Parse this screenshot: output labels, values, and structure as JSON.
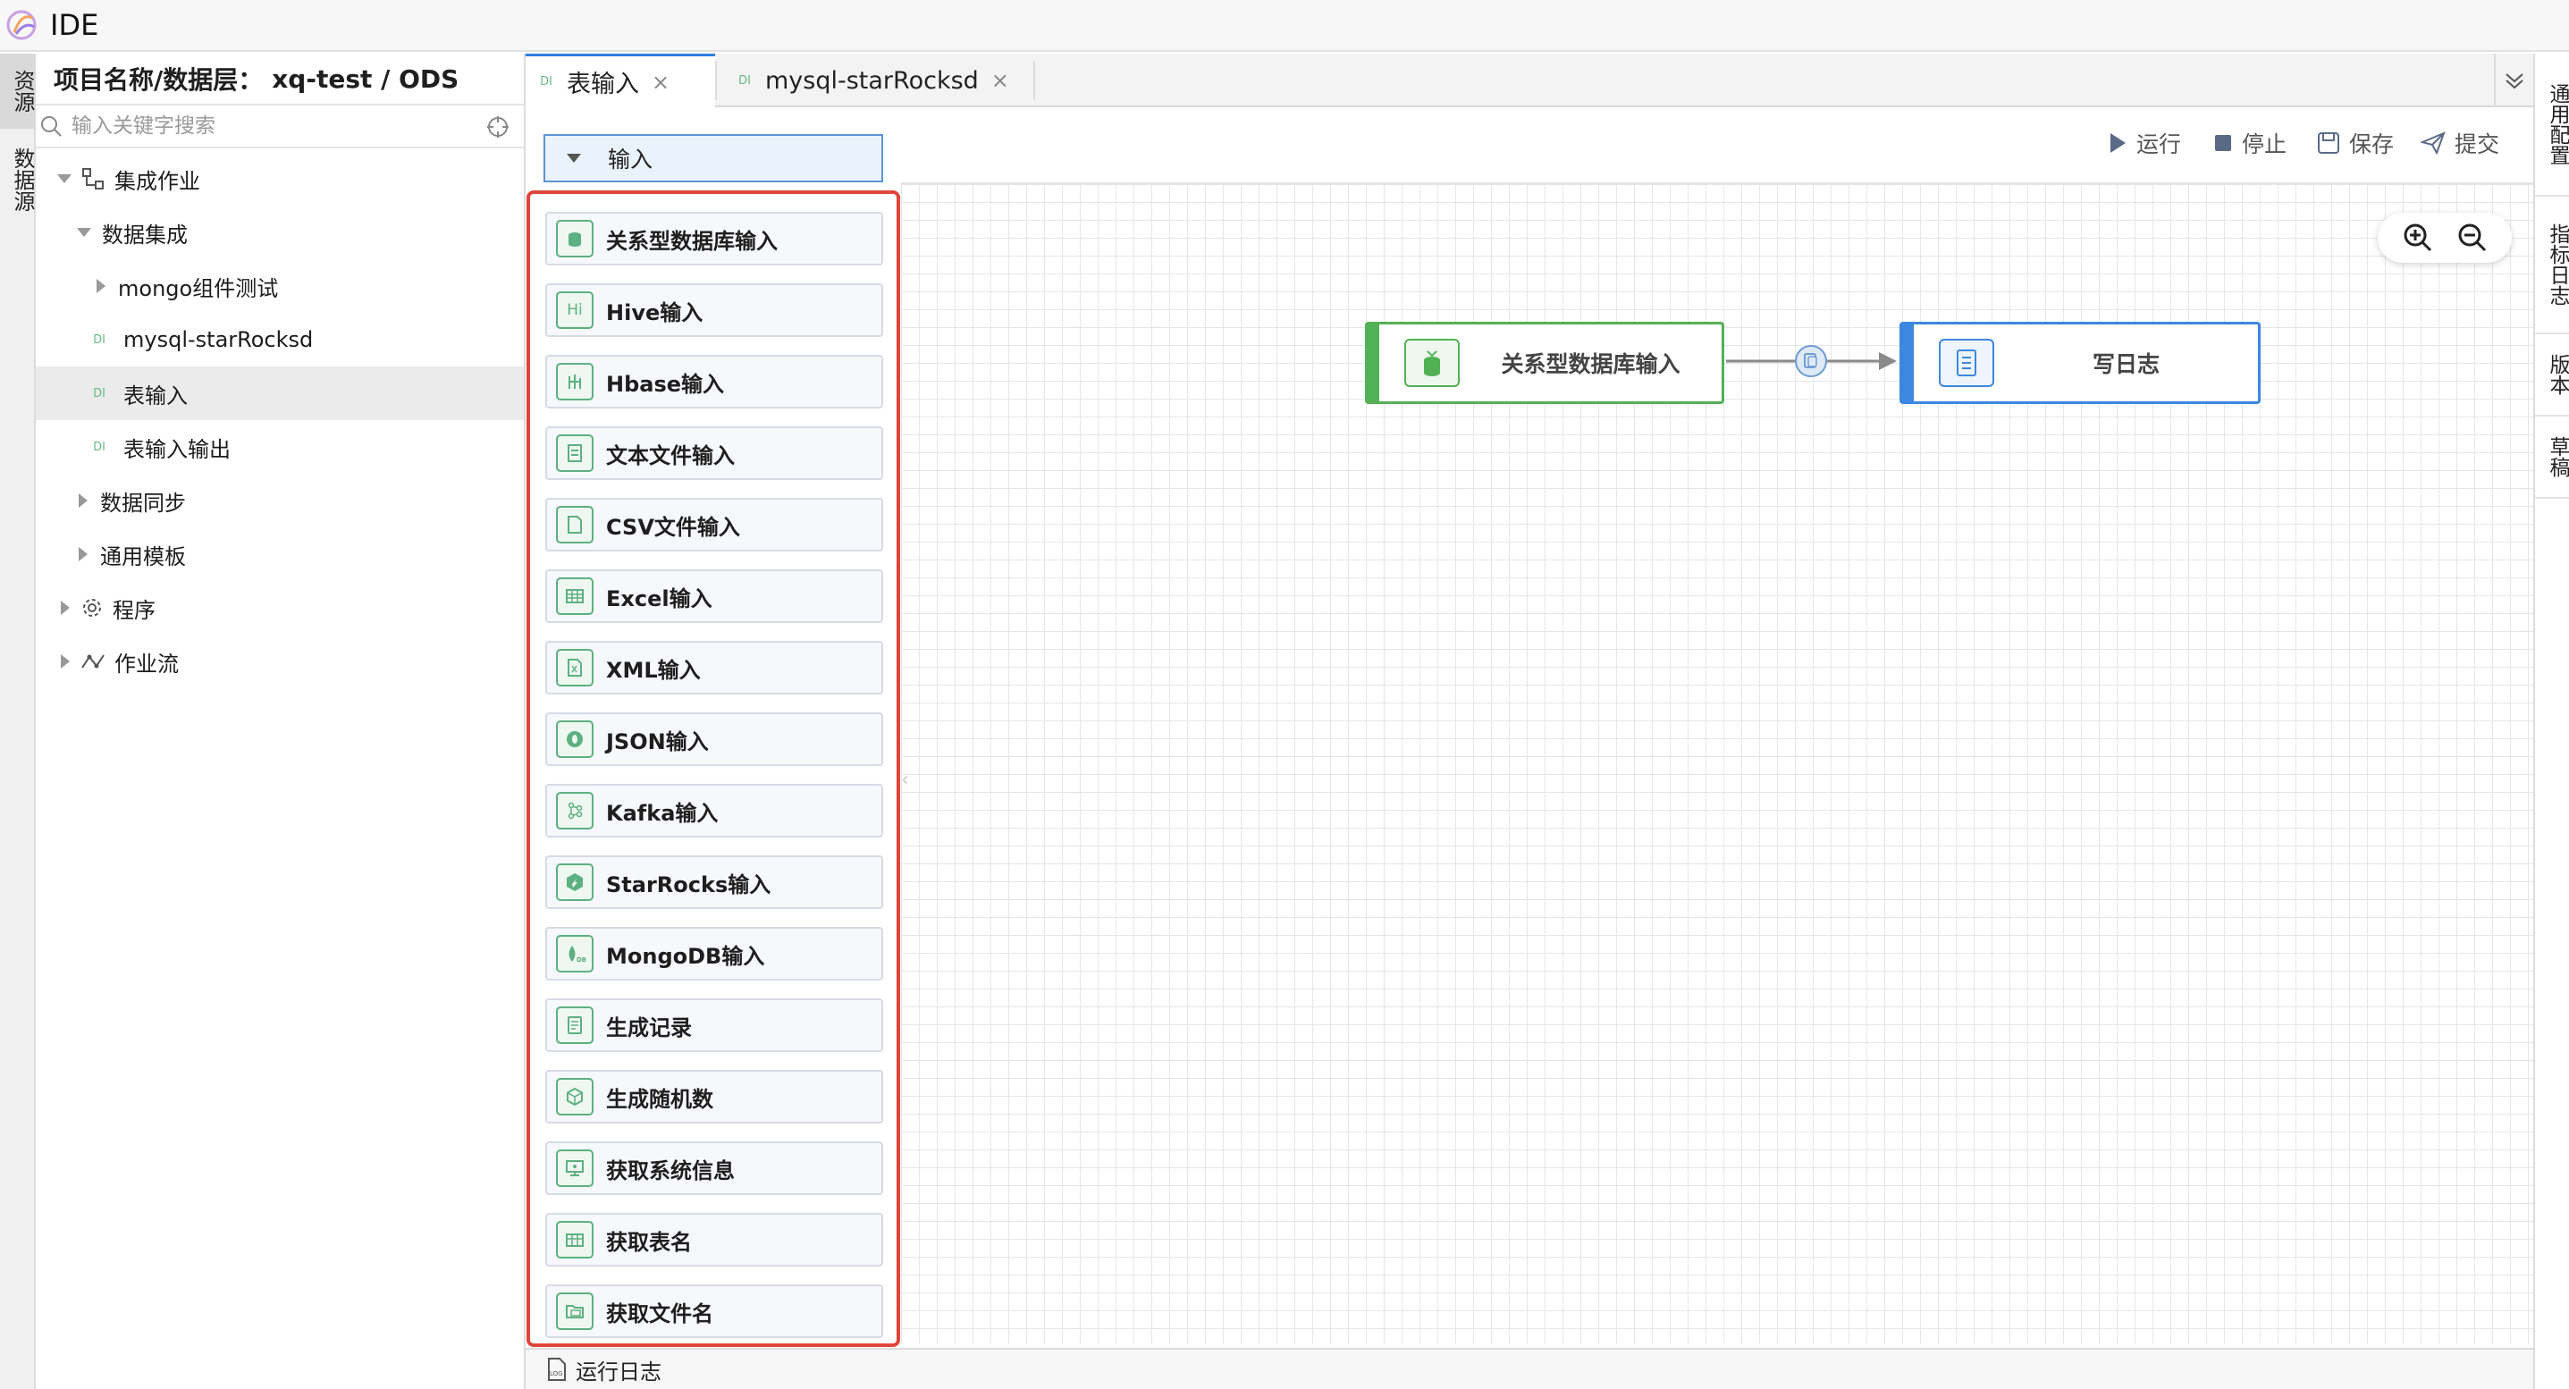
{
  "app": {
    "title": "IDE"
  },
  "left_vtabs": [
    "资源",
    "数据源"
  ],
  "project": {
    "label": "项目名称/数据层：",
    "value": "xq-test / ODS"
  },
  "search": {
    "placeholder": "输入关键字搜索"
  },
  "tree": [
    {
      "label": "集成作业",
      "expanded": true
    },
    {
      "label": "数据集成",
      "expanded": true
    },
    {
      "label": "mongo组件测试",
      "expanded": false
    },
    {
      "label": "mysql-starRocksd",
      "badge": "DI"
    },
    {
      "label": "表输入",
      "badge": "DI",
      "selected": true
    },
    {
      "label": "表输入输出",
      "badge": "DI"
    },
    {
      "label": "数据同步",
      "expanded": false
    },
    {
      "label": "通用模板",
      "expanded": false
    },
    {
      "label": "程序",
      "expanded": false
    },
    {
      "label": "作业流",
      "expanded": false
    }
  ],
  "tabs": [
    {
      "badge": "DI",
      "label": "表输入",
      "close": "×",
      "active": true
    },
    {
      "badge": "DI",
      "label": "mysql-starRocksd",
      "close": "×",
      "active": false
    }
  ],
  "right_vtabs": [
    "通用配置",
    "指标日志",
    "版本",
    "草稿"
  ],
  "toolbar": {
    "run": "运行",
    "stop": "停止",
    "save": "保存",
    "submit": "提交"
  },
  "palette": {
    "category": "输入",
    "items": [
      {
        "label": "关系型数据库输入",
        "icon": "database-icon"
      },
      {
        "label": "Hive输入",
        "icon": "hive-icon",
        "glyph": "Hi"
      },
      {
        "label": "Hbase输入",
        "icon": "hbase-icon"
      },
      {
        "label": "文本文件输入",
        "icon": "text-file-icon"
      },
      {
        "label": "CSV文件输入",
        "icon": "csv-file-icon"
      },
      {
        "label": "Excel输入",
        "icon": "excel-icon"
      },
      {
        "label": "XML输入",
        "icon": "xml-icon"
      },
      {
        "label": "JSON输入",
        "icon": "json-icon"
      },
      {
        "label": "Kafka输入",
        "icon": "kafka-icon"
      },
      {
        "label": "StarRocks输入",
        "icon": "starrocks-icon"
      },
      {
        "label": "MongoDB输入",
        "icon": "mongodb-icon"
      },
      {
        "label": "生成记录",
        "icon": "generate-records-icon"
      },
      {
        "label": "生成随机数",
        "icon": "random-number-icon"
      },
      {
        "label": "获取系统信息",
        "icon": "system-info-icon"
      },
      {
        "label": "获取表名",
        "icon": "table-name-icon"
      },
      {
        "label": "获取文件名",
        "icon": "file-name-icon"
      }
    ]
  },
  "canvas": {
    "nodes": [
      {
        "label": "关系型数据库输入",
        "icon": "database-icon",
        "color": "#52b155"
      },
      {
        "label": "写日志",
        "icon": "log-icon",
        "color": "#3c87e0"
      }
    ]
  },
  "log": {
    "label": "运行日志",
    "badge": "LOG"
  },
  "colors": {
    "accent": "#2f7de1",
    "highlight": "#e0453a",
    "green": "#52b155",
    "blue": "#3c87e0"
  }
}
